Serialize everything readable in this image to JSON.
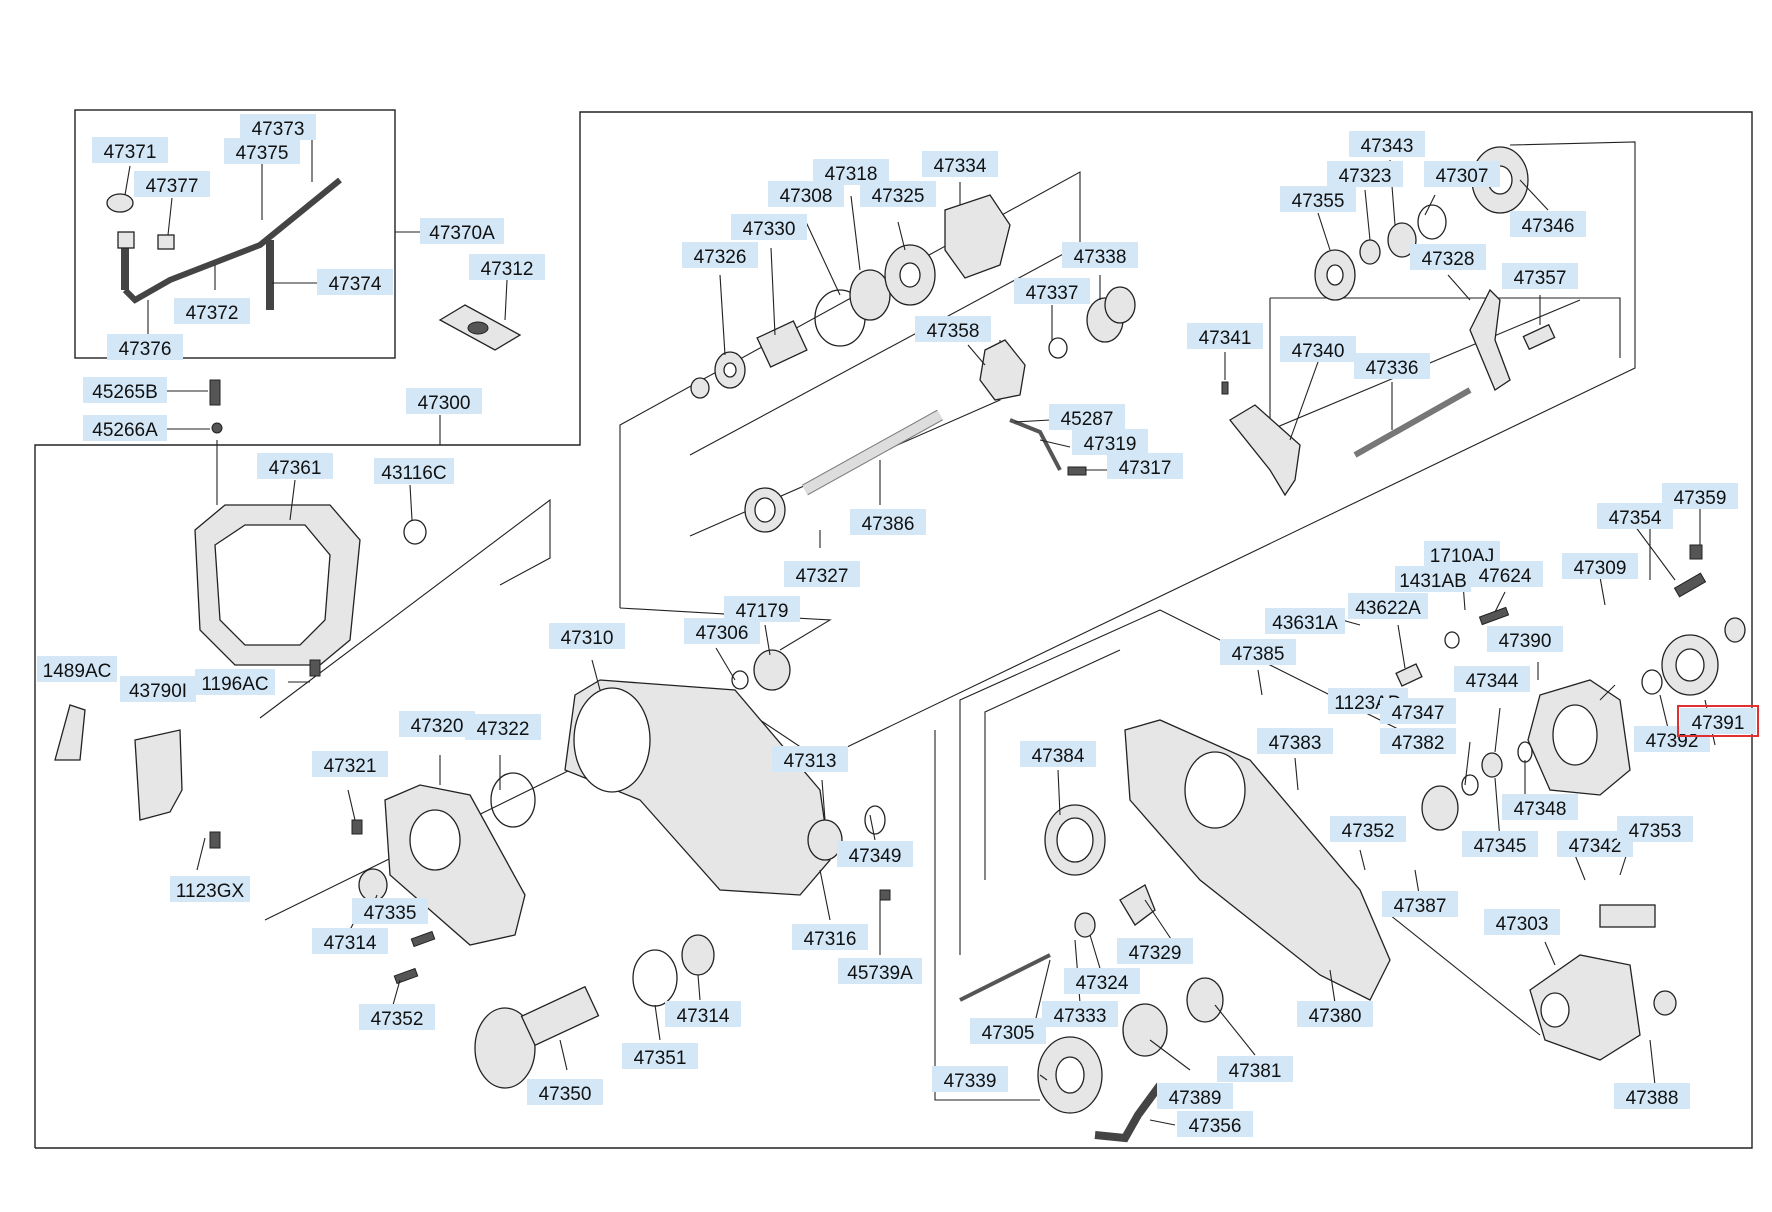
{
  "diagram": {
    "selected_part": "47391",
    "parts": [
      "47373",
      "47371",
      "47375",
      "47377",
      "47370A",
      "47374",
      "47372",
      "47376",
      "47312",
      "45265B",
      "45266A",
      "47300",
      "47361",
      "43116C",
      "1489AC",
      "43790I",
      "1196AC",
      "1123GX",
      "47318",
      "47334",
      "47308",
      "47325",
      "47330",
      "47326",
      "47338",
      "47337",
      "47358",
      "45287",
      "47319",
      "47317",
      "47386",
      "47327",
      "47343",
      "47323",
      "47307",
      "47355",
      "47346",
      "47328",
      "47357",
      "47341",
      "47340",
      "47336",
      "47179",
      "47306",
      "47310",
      "47320",
      "47322",
      "47321",
      "47335",
      "47314",
      "47352",
      "47350",
      "47351",
      "47313",
      "47349",
      "47316",
      "45739A",
      "47359",
      "47354",
      "1710AJ",
      "1431AB",
      "47624",
      "47309",
      "43631A",
      "43622A",
      "47385",
      "47390",
      "1123AD",
      "47344",
      "47347",
      "47382",
      "47383",
      "47384",
      "47392",
      "47391",
      "47348",
      "47345",
      "47352",
      "47387",
      "47342",
      "47353",
      "47303",
      "47388",
      "47329",
      "47324",
      "47333",
      "47305",
      "47339",
      "47389",
      "47381",
      "47380",
      "47356"
    ]
  }
}
